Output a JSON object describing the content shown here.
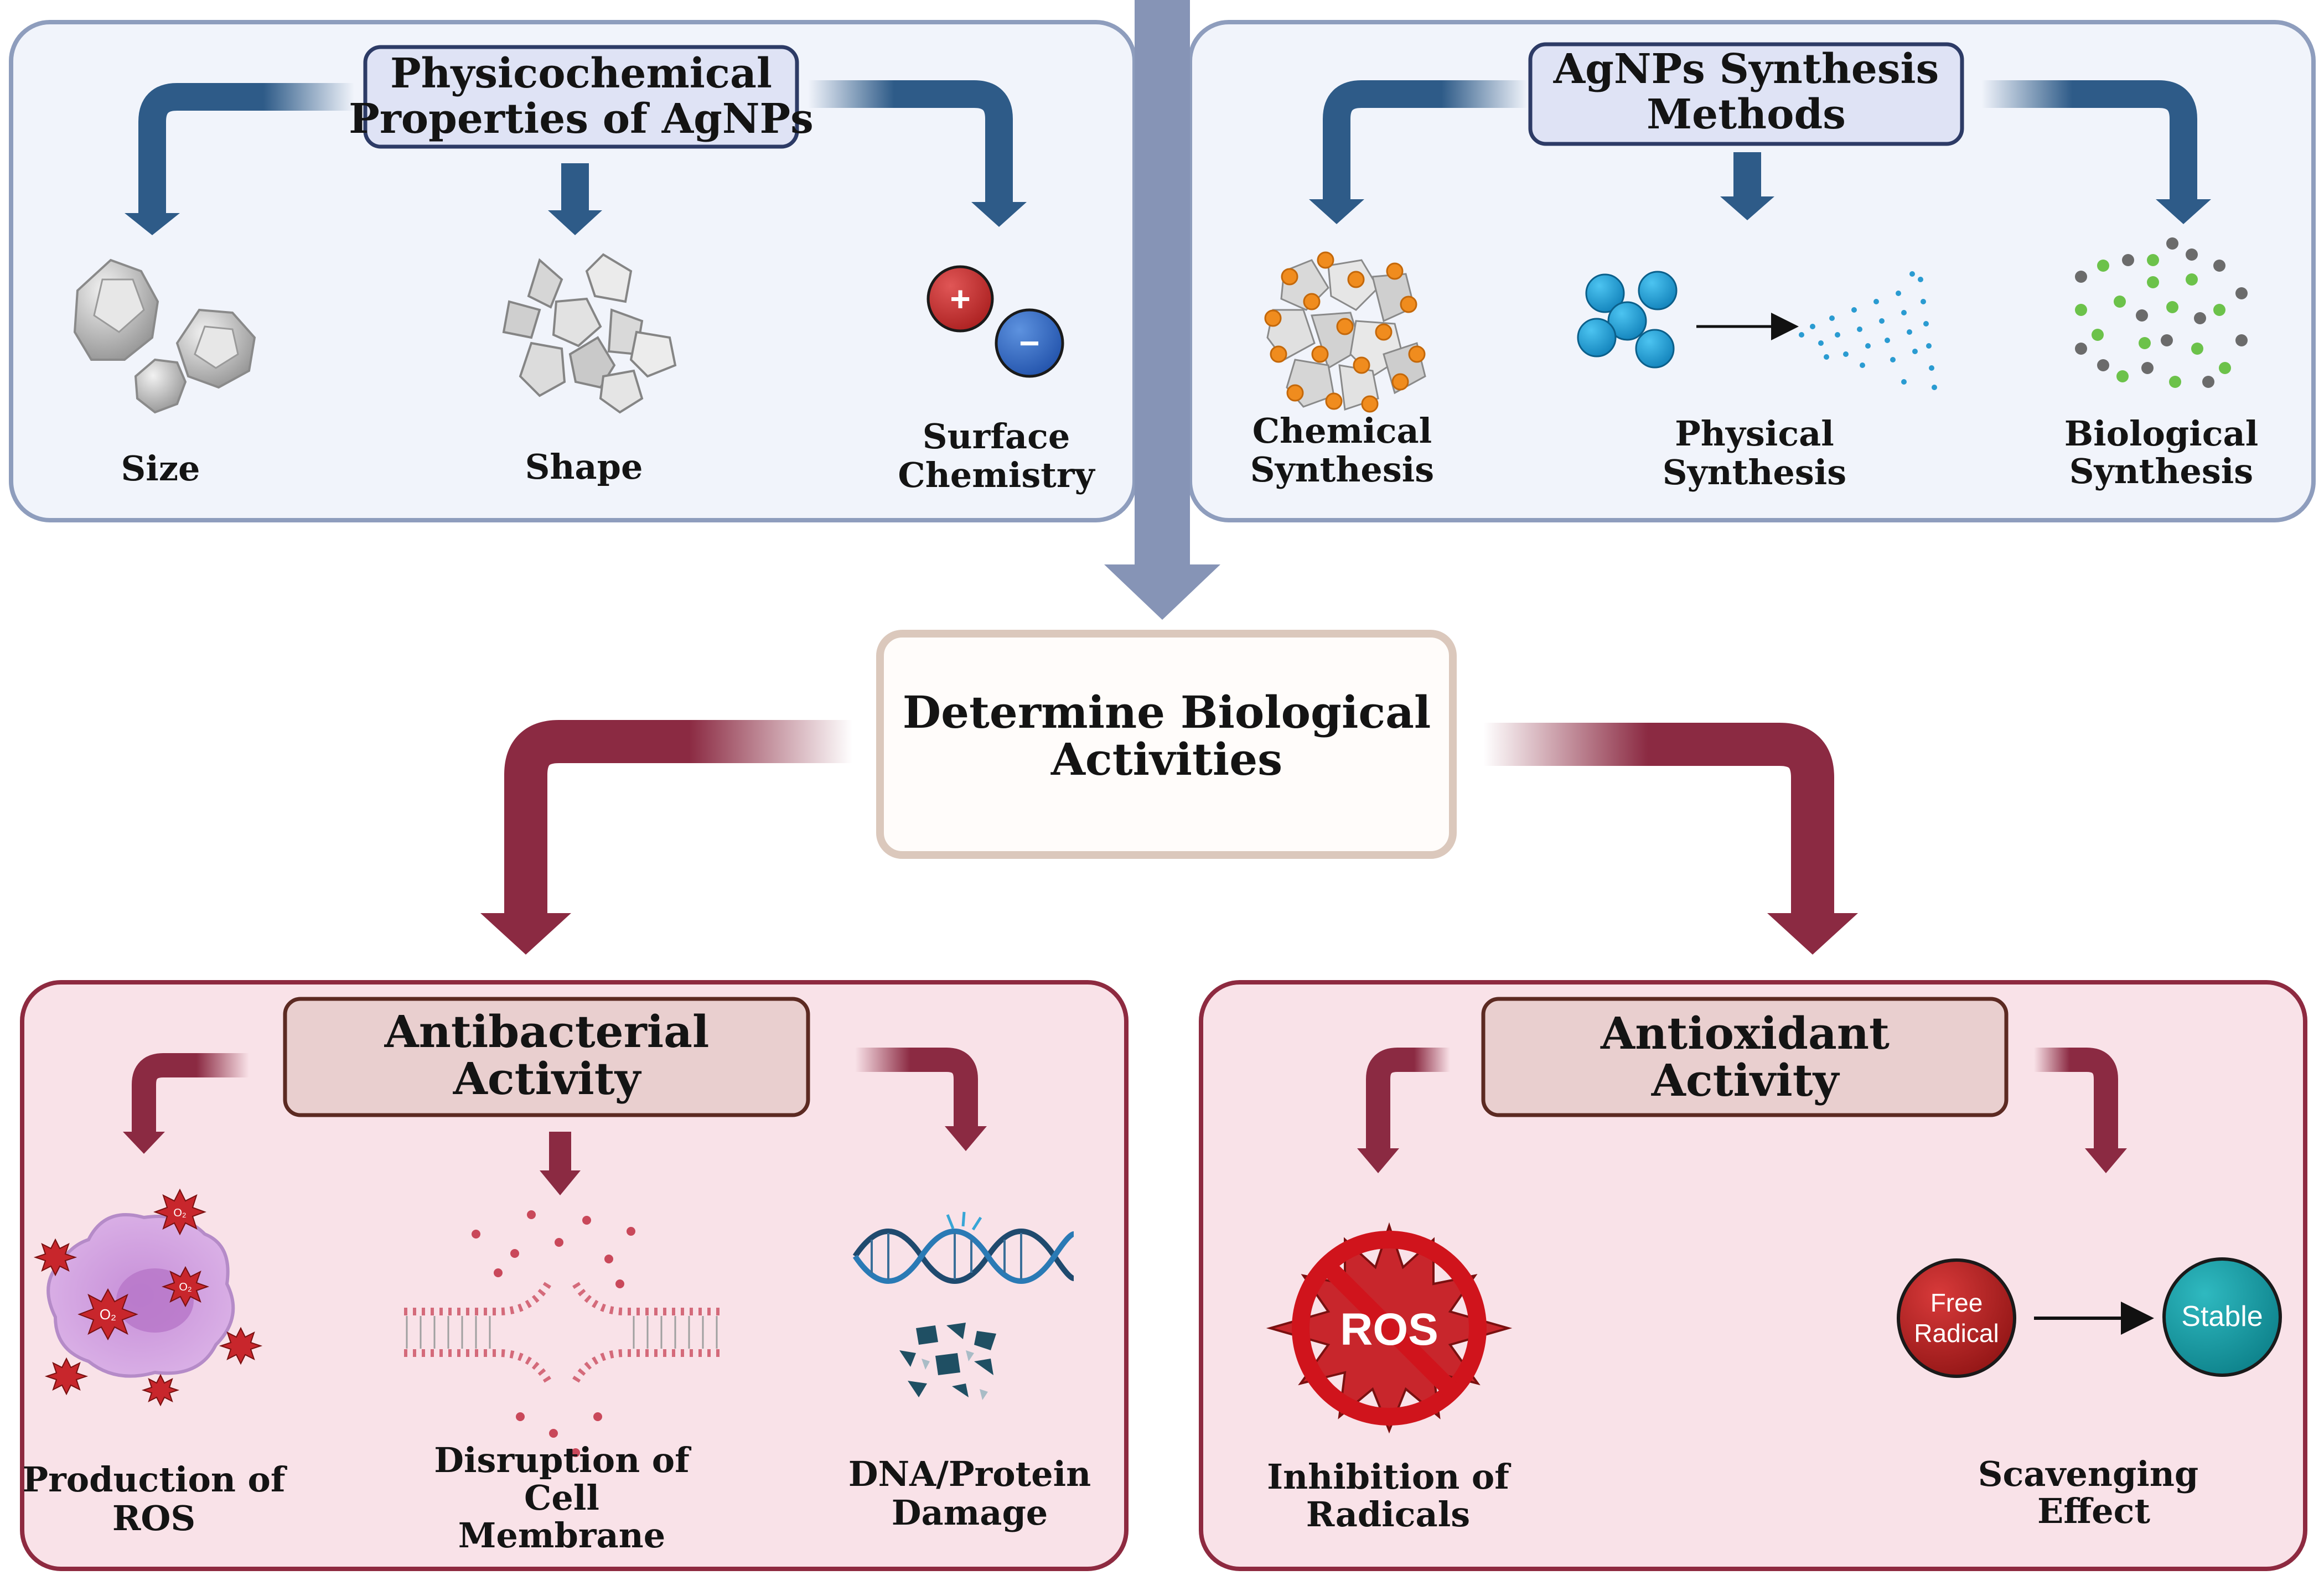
{
  "colors": {
    "blue_panel_bg": "#f1f4fb",
    "blue_panel_border": "#8e9dbd",
    "blue_arrow": "#2e5b88",
    "center_trunk": "#8694b6",
    "pink_panel_bg": "#f9e2e8",
    "pink_panel_border": "#8e2a40",
    "crimson_arrow": "#8b2a42",
    "center_box_border": "#dbc8bc",
    "center_box_bg": "#fffcfa"
  },
  "properties_panel": {
    "title_line1": "Physicochemical",
    "title_line2": "Properties of AgNPs",
    "items": [
      {
        "label_line1": "Size",
        "label_line2": "",
        "icon": "polyhedron-cluster-icon"
      },
      {
        "label_line1": "Shape",
        "label_line2": "",
        "icon": "octahedron-cluster-icon"
      },
      {
        "label_line1": "Surface",
        "label_line2": "Chemistry",
        "icon": "charge-icon"
      }
    ],
    "charges": {
      "positive": "+",
      "negative": "−"
    }
  },
  "synthesis_panel": {
    "title_line1": "AgNPs Synthesis",
    "title_line2": "Methods",
    "items": [
      {
        "label_line1": "Chemical",
        "label_line2": "Synthesis",
        "icon": "nanoparticle-aggregate-icon"
      },
      {
        "label_line1": "Physical",
        "label_line2": "Synthesis",
        "icon": "particle-dispersion-icon"
      },
      {
        "label_line1": "Biological",
        "label_line2": "Synthesis",
        "icon": "biological-particles-icon"
      }
    ]
  },
  "center_box": {
    "line1": "Determine Biological",
    "line2": "Activities"
  },
  "antibacterial_panel": {
    "title_line1": "Antibacterial",
    "title_line2": "Activity",
    "items": [
      {
        "label_line1": "Production of",
        "label_line2": "ROS",
        "label_line3": "",
        "icon": "ros-cell-icon"
      },
      {
        "label_line1": "Disruption of",
        "label_line2": "Cell",
        "label_line3": "Membrane",
        "icon": "membrane-icon"
      },
      {
        "label_line1": "DNA/Protein",
        "label_line2": "Damage",
        "label_line3": "",
        "icon": "dna-icon"
      }
    ],
    "ros_symbol": "O₂"
  },
  "antioxidant_panel": {
    "title_line1": "Antioxidant",
    "title_line2": "Activity",
    "items": [
      {
        "label_line1": "Inhibition of",
        "label_line2": "Radicals",
        "icon": "no-ros-icon"
      },
      {
        "label_line1": "Scavenging",
        "label_line2": "Effect",
        "icon": "scavenging-icon"
      }
    ],
    "ros_text": "ROS",
    "free_radical_line1": "Free",
    "free_radical_line2": "Radical",
    "stable_text": "Stable"
  }
}
